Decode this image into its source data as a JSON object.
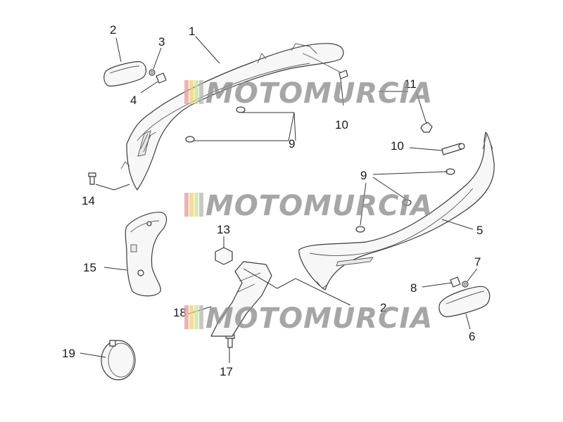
{
  "diagram": {
    "callouts": [
      {
        "id": "c1",
        "label": "1"
      },
      {
        "id": "c2a",
        "label": "2"
      },
      {
        "id": "c2b",
        "label": "2"
      },
      {
        "id": "c3",
        "label": "3"
      },
      {
        "id": "c4",
        "label": "4"
      },
      {
        "id": "c5",
        "label": "5"
      },
      {
        "id": "c6",
        "label": "6"
      },
      {
        "id": "c7",
        "label": "7"
      },
      {
        "id": "c8",
        "label": "8"
      },
      {
        "id": "c9a",
        "label": "9"
      },
      {
        "id": "c9b",
        "label": "9"
      },
      {
        "id": "c10a",
        "label": "10"
      },
      {
        "id": "c10b",
        "label": "10"
      },
      {
        "id": "c11",
        "label": "11"
      },
      {
        "id": "c13",
        "label": "13"
      },
      {
        "id": "c14",
        "label": "14"
      },
      {
        "id": "c15",
        "label": "15"
      },
      {
        "id": "c17",
        "label": "17"
      },
      {
        "id": "c18",
        "label": "18"
      },
      {
        "id": "c19",
        "label": "19"
      }
    ]
  },
  "watermark": {
    "text": "MOTOMURCIA",
    "stripe_colors": [
      "#e8a0a0",
      "#f2d27a",
      "#cfe3a0",
      "#b9b9b9"
    ],
    "text_color": "#8e8e8e"
  }
}
